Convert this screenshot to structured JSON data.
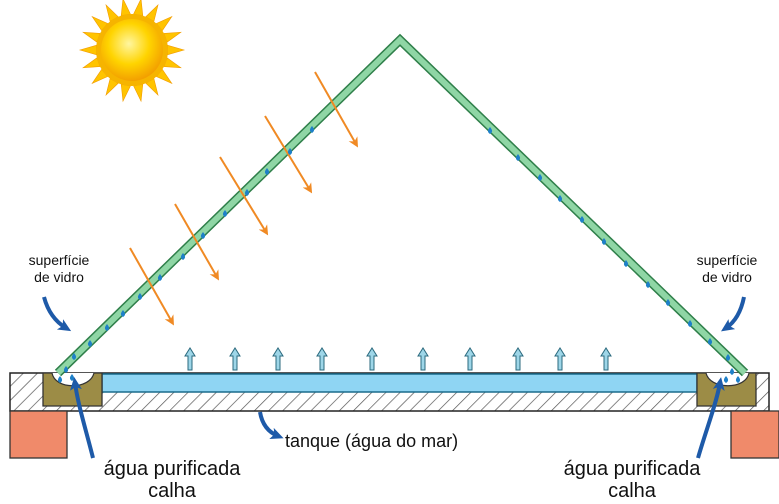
{
  "labels": {
    "glass_left_line1": "superfície",
    "glass_left_line2": "de vidro",
    "glass_right_line1": "superfície",
    "glass_right_line2": "de vidro",
    "tank": "tanque (água do mar)",
    "left_water": "água purificada",
    "left_trough": "calha",
    "right_water": "água purificada",
    "right_trough": "calha"
  },
  "colors": {
    "glass": "#8fd6a5",
    "glass_edge": "#2f7f4a",
    "water": "#8fd5f3",
    "ray": "#f08a24",
    "vapor": "#9ed6e8",
    "trough": "#9c8c46",
    "pillar": "#f08a6a",
    "pointer": "#1e5aa8",
    "sun": "#ffd400"
  },
  "icons": [
    "sun-icon",
    "sun-ray-arrow-icon",
    "vapor-arrow-icon",
    "water-droplet-icon",
    "pointer-arrow-icon"
  ]
}
